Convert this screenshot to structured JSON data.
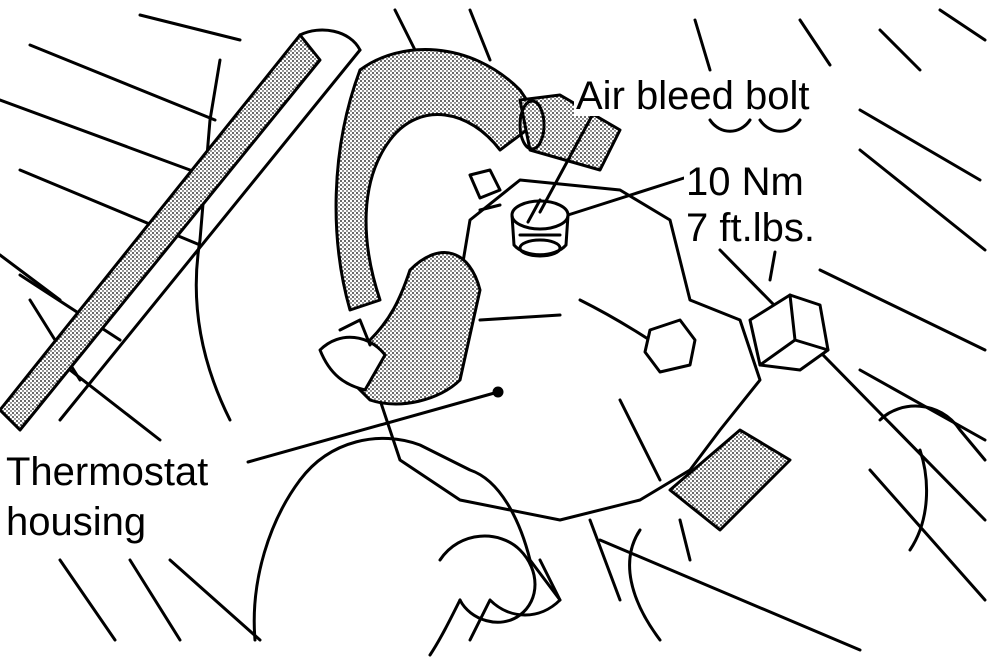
{
  "labels": {
    "air_bleed_bolt": "Air bleed bolt",
    "torque_metric": "10 Nm",
    "torque_imperial": "7 ft.lbs.",
    "thermostat_line1": "Thermostat",
    "thermostat_line2": "housing"
  },
  "colors": {
    "ink": "#000000",
    "paper": "#ffffff",
    "shade": "#9a9a9a"
  }
}
